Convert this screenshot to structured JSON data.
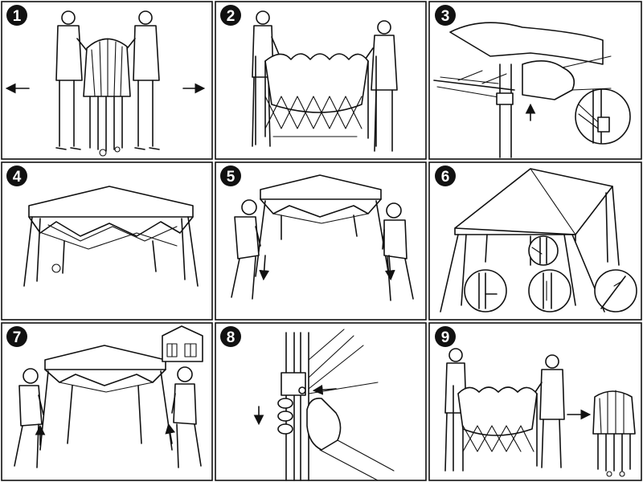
{
  "steps": [
    {
      "number": "1"
    },
    {
      "number": "2"
    },
    {
      "number": "3"
    },
    {
      "number": "4"
    },
    {
      "number": "5"
    },
    {
      "number": "6"
    },
    {
      "number": "7"
    },
    {
      "number": "8"
    },
    {
      "number": "9"
    }
  ],
  "colors": {
    "line": "#111111",
    "background": "#ffffff"
  }
}
